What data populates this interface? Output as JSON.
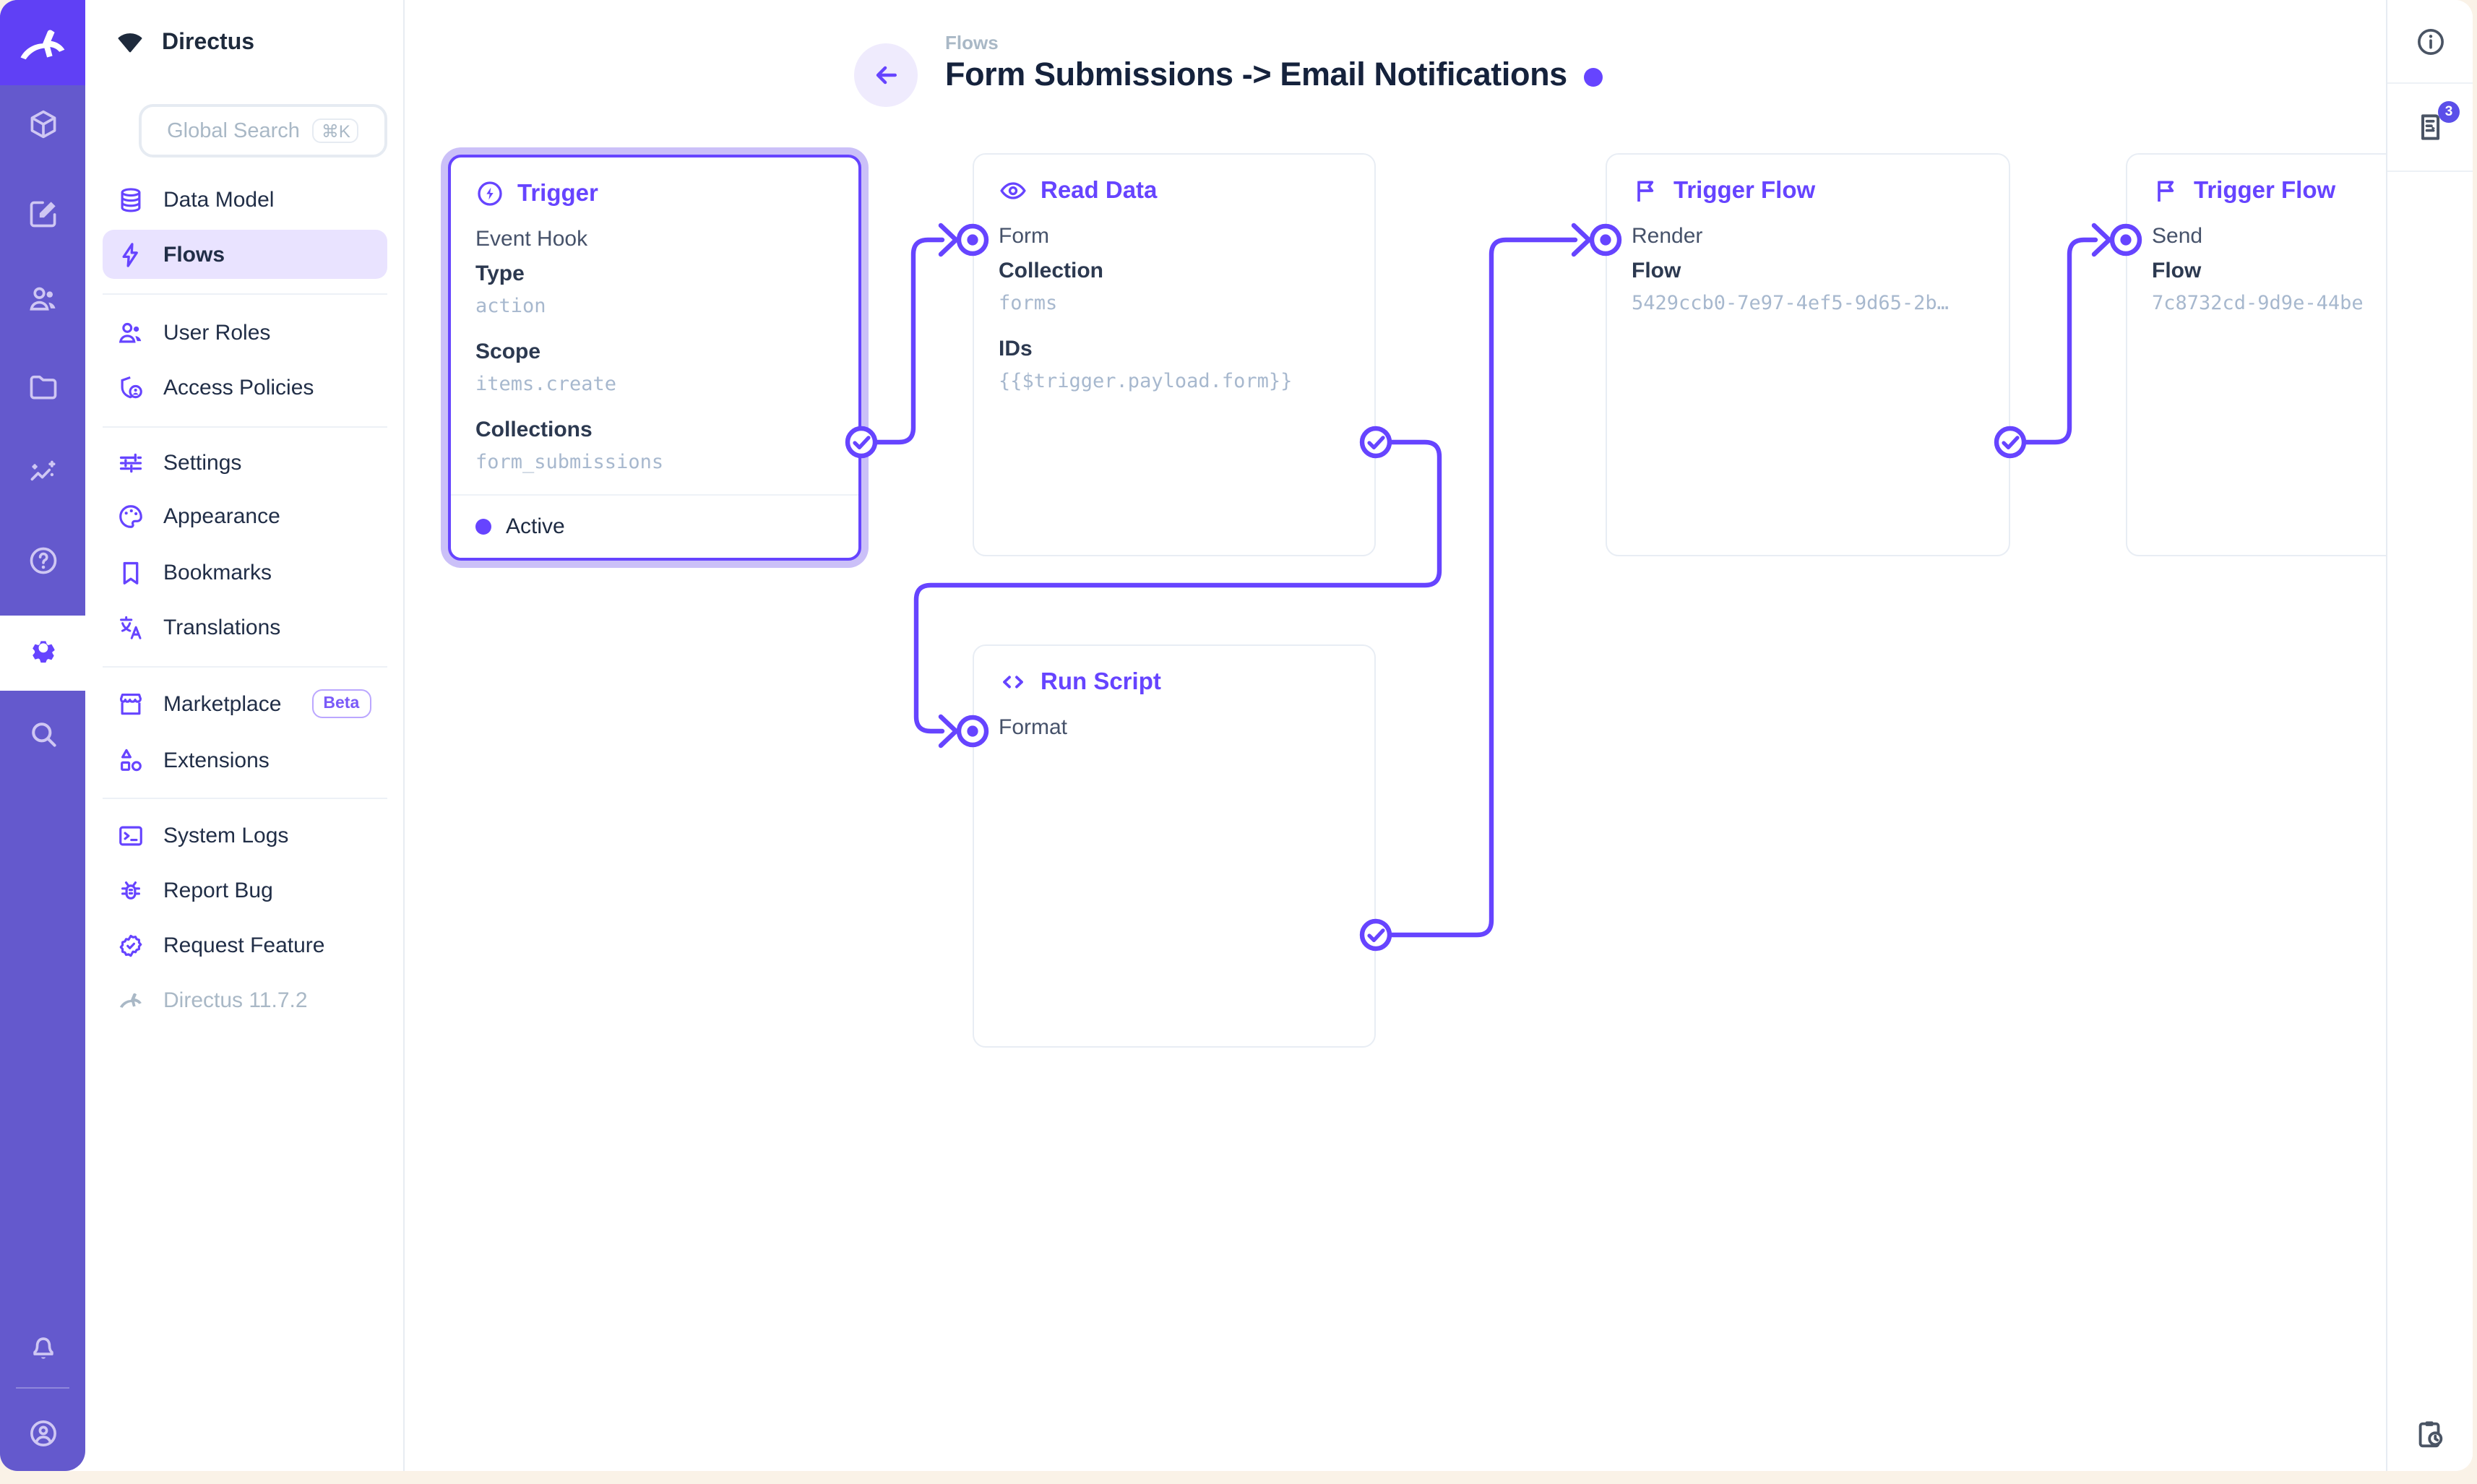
{
  "colors": {
    "brand": "#6644FF",
    "module_bar": "#6459CD",
    "logo_bg": "#6040F5",
    "desktop": "#FAF2E7",
    "active_nav_bg": "#E9E3FF",
    "muted_text": "#A9B8C6",
    "mono_value_text": "#A7B8CE",
    "badge_bg": "#5B4FE9"
  },
  "module_bar": {
    "icons": [
      "collections-box",
      "content-edit",
      "users",
      "files-folder",
      "insights",
      "help",
      "settings-gear",
      "search"
    ],
    "active_module": "settings-gear",
    "bottom_icons": [
      "notifications-bell",
      "user-avatar"
    ]
  },
  "sidebar": {
    "project_name": "Directus",
    "search": {
      "placeholder": "Global Search",
      "shortcut": "⌘K"
    },
    "items": [
      {
        "label": "Data Model"
      },
      {
        "label": "Flows"
      },
      {
        "label": "User Roles"
      },
      {
        "label": "Access Policies"
      },
      {
        "label": "Settings"
      },
      {
        "label": "Appearance"
      },
      {
        "label": "Bookmarks"
      },
      {
        "label": "Translations"
      },
      {
        "label": "Marketplace",
        "badge": "Beta"
      },
      {
        "label": "Extensions"
      },
      {
        "label": "System Logs"
      },
      {
        "label": "Report Bug"
      },
      {
        "label": "Request Feature"
      }
    ],
    "active_item": "Flows",
    "version": "Directus 11.7.2"
  },
  "header": {
    "breadcrumb": "Flows",
    "title": "Form Submissions -> Email Notifications"
  },
  "flow": {
    "cards": [
      {
        "title": "Trigger",
        "option": "Event Hook",
        "selected": true,
        "fields": [
          {
            "label": "Type",
            "value": "action"
          },
          {
            "label": "Scope",
            "value": "items.create"
          },
          {
            "label": "Collections",
            "value": "form_submissions"
          }
        ],
        "status": "Active"
      },
      {
        "title": "Read Data",
        "option": "Form",
        "fields": [
          {
            "label": "Collection",
            "value": "forms"
          },
          {
            "label": "IDs",
            "value": "{{$trigger.payload.form}}"
          }
        ]
      },
      {
        "title": "Run Script",
        "option": "Format",
        "fields": []
      },
      {
        "title": "Trigger Flow",
        "option": "Render",
        "fields": [
          {
            "label": "Flow",
            "value": "5429ccb0-7e97-4ef5-9d65-2b…"
          }
        ]
      },
      {
        "title": "Trigger Flow",
        "option": "Send",
        "fields": [
          {
            "label": "Flow",
            "value": "7c8732cd-9d9e-44be"
          }
        ]
      }
    ]
  },
  "right_sidebar": {
    "notification_count": "3"
  }
}
